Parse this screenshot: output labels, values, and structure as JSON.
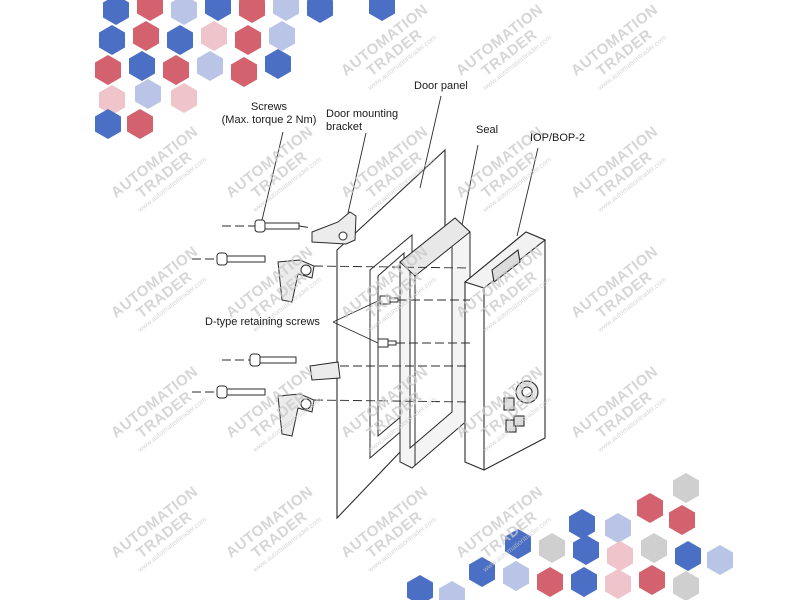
{
  "labels": {
    "screws_line1": "Screws",
    "screws_line2": "(Max. torque 2 Nm)",
    "bracket_line1": "Door mounting",
    "bracket_line2": "bracket",
    "door_panel": "Door panel",
    "seal": "Seal",
    "device": "IOP/BOP-2",
    "dtype": "D-type retaining screws"
  },
  "watermark": {
    "line1": "AUTOMATION",
    "line2": "TRADER",
    "line3": "www.automationtrader.com"
  },
  "colors": {
    "blue": "#4a6fc4",
    "red": "#d4626e",
    "light_blue": "#b9c4e6",
    "pink": "#efc5cb",
    "grey": "#cfcfcf",
    "line": "#2b2b2b"
  }
}
